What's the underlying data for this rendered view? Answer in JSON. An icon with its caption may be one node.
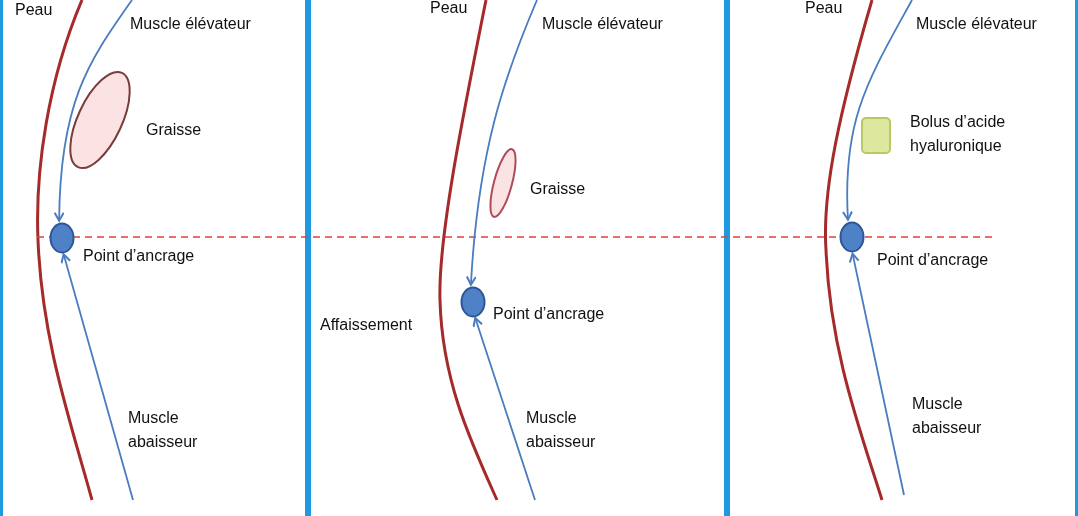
{
  "diagram": {
    "nodes": [
      {
        "text": [],
        "shape": "box"
      },
      {
        "text": [],
        "shape": "ellipse",
        "beside": [
          "Graisse"
        ],
        "in": 0
      },
      {
        "text": [],
        "shape": "circle",
        "beside": [
          "Point d’ancrage"
        ],
        "in": 0
      },
      {
        "text": [],
        "shape": "box"
      },
      {
        "text": [],
        "shape": "ellipse",
        "beside": [
          "Graisse"
        ],
        "in": 3
      },
      {
        "text": [],
        "shape": "circle",
        "beside": [
          "Point d’ancrage"
        ],
        "in": 3
      },
      {
        "text": [],
        "shape": "box"
      },
      {
        "text": [],
        "shape": "box",
        "beside": [
          "Bolus d’acide hyaluronique"
        ],
        "in": 6
      },
      {
        "text": [],
        "shape": "circle",
        "beside": [
          "Point d’ancrage"
        ],
        "in": 6
      }
    ],
    "edges": [
      {
        "from": null,
        "to": 2,
        "arrow": "to",
        "label": "Muscle élévateur"
      },
      {
        "from": null,
        "to": 2,
        "arrow": "to",
        "label": "Muscle abaisseur"
      },
      {
        "from": null,
        "to": 5,
        "arrow": "to",
        "label": "Muscle élévateur"
      },
      {
        "from": null,
        "to": 5,
        "arrow": "to",
        "label": "Muscle abaisseur"
      },
      {
        "from": null,
        "to": 8,
        "arrow": "to",
        "label": "Muscle élévateur"
      },
      {
        "from": null,
        "to": 8,
        "arrow": "to",
        "label": "Muscle abaisseur"
      }
    ],
    "labels": [
      "Peau",
      "Peau",
      "Affaissement",
      "Peau"
    ]
  }
}
